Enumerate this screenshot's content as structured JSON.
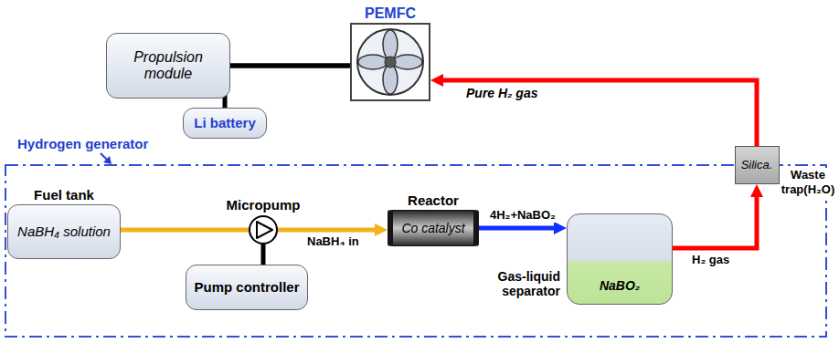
{
  "diagram": {
    "nodes": [
      {
        "text": [
          "Propulsion module"
        ]
      },
      {
        "text": [
          "PEMFC"
        ]
      },
      {
        "text": [
          "Li battery"
        ]
      },
      {
        "text": [
          "Hydrogen generator"
        ]
      },
      {
        "text": [
          "Fuel tank",
          "NaBH₄ solution"
        ],
        "in": 3
      },
      {
        "text": [
          "Micropump"
        ],
        "in": 3
      },
      {
        "text": [
          "Pump controller"
        ],
        "in": 3
      },
      {
        "text": [
          "Reactor",
          "Co catalyst"
        ],
        "in": 3
      },
      {
        "text": [
          "Gas-liquid separator",
          "NaBO₂"
        ],
        "in": 3
      },
      {
        "text": [
          "Silica."
        ],
        "in": 3
      }
    ],
    "edges": [
      {
        "from": 0,
        "to": 1,
        "arrow": "none"
      },
      {
        "from": 2,
        "to": 1,
        "arrow": "none"
      },
      {
        "from": 4,
        "to": 5,
        "arrow": "none"
      },
      {
        "from": 5,
        "to": 7,
        "arrow": "to",
        "label": "NaBH₄ in"
      },
      {
        "from": 5,
        "to": 6,
        "arrow": "none"
      },
      {
        "from": 7,
        "to": 8,
        "arrow": "to",
        "label": "4H₂+NaBO₂"
      },
      {
        "from": 8,
        "to": 9,
        "arrow": "to",
        "label": "H₂ gas"
      },
      {
        "from": 9,
        "to": 1,
        "arrow": "to",
        "label": "Pure H₂ gas"
      }
    ],
    "labels": [
      "Waste trap(H₂O)"
    ]
  }
}
